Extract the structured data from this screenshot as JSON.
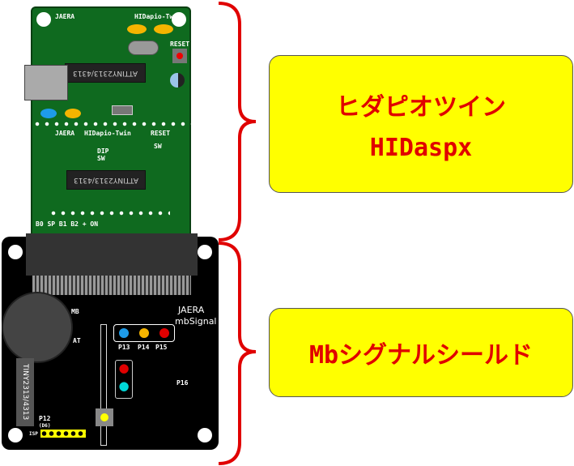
{
  "top_board": {
    "maker": "JAERA",
    "name": "HIDapio-Twin",
    "reset": "RESET",
    "chip": "ATTINY2313/4313",
    "maker2": "JAERA",
    "name2": "HIDapio-Twin",
    "reset2": "RESET",
    "chip2": "ATTINY2313/4313",
    "dip": "DIP SW",
    "sw": "SW",
    "pin_labels": "B0   SP B1     B2      +   ON"
  },
  "bottom_board": {
    "maker": "JAERA",
    "name": "mbSignal",
    "p13": "P13",
    "p14": "P14",
    "p15": "P15",
    "p16": "P16",
    "p12": "P12",
    "p12_sub": "(D6)",
    "isp": "ISP",
    "chip": "TINY2313/4313",
    "mb": "MB",
    "at": "AT",
    "colors": {
      "blue": "#1e9be8",
      "amber": "#f5b400",
      "red": "#e00000",
      "walk": "#00d8d8"
    }
  },
  "callouts": [
    {
      "lines": [
        "ヒダピオツイン",
        "HIDaspx"
      ]
    },
    {
      "lines": [
        "Mbシグナルシールド"
      ]
    }
  ],
  "brace_color": "#e00000",
  "box_color": "#ffff00"
}
